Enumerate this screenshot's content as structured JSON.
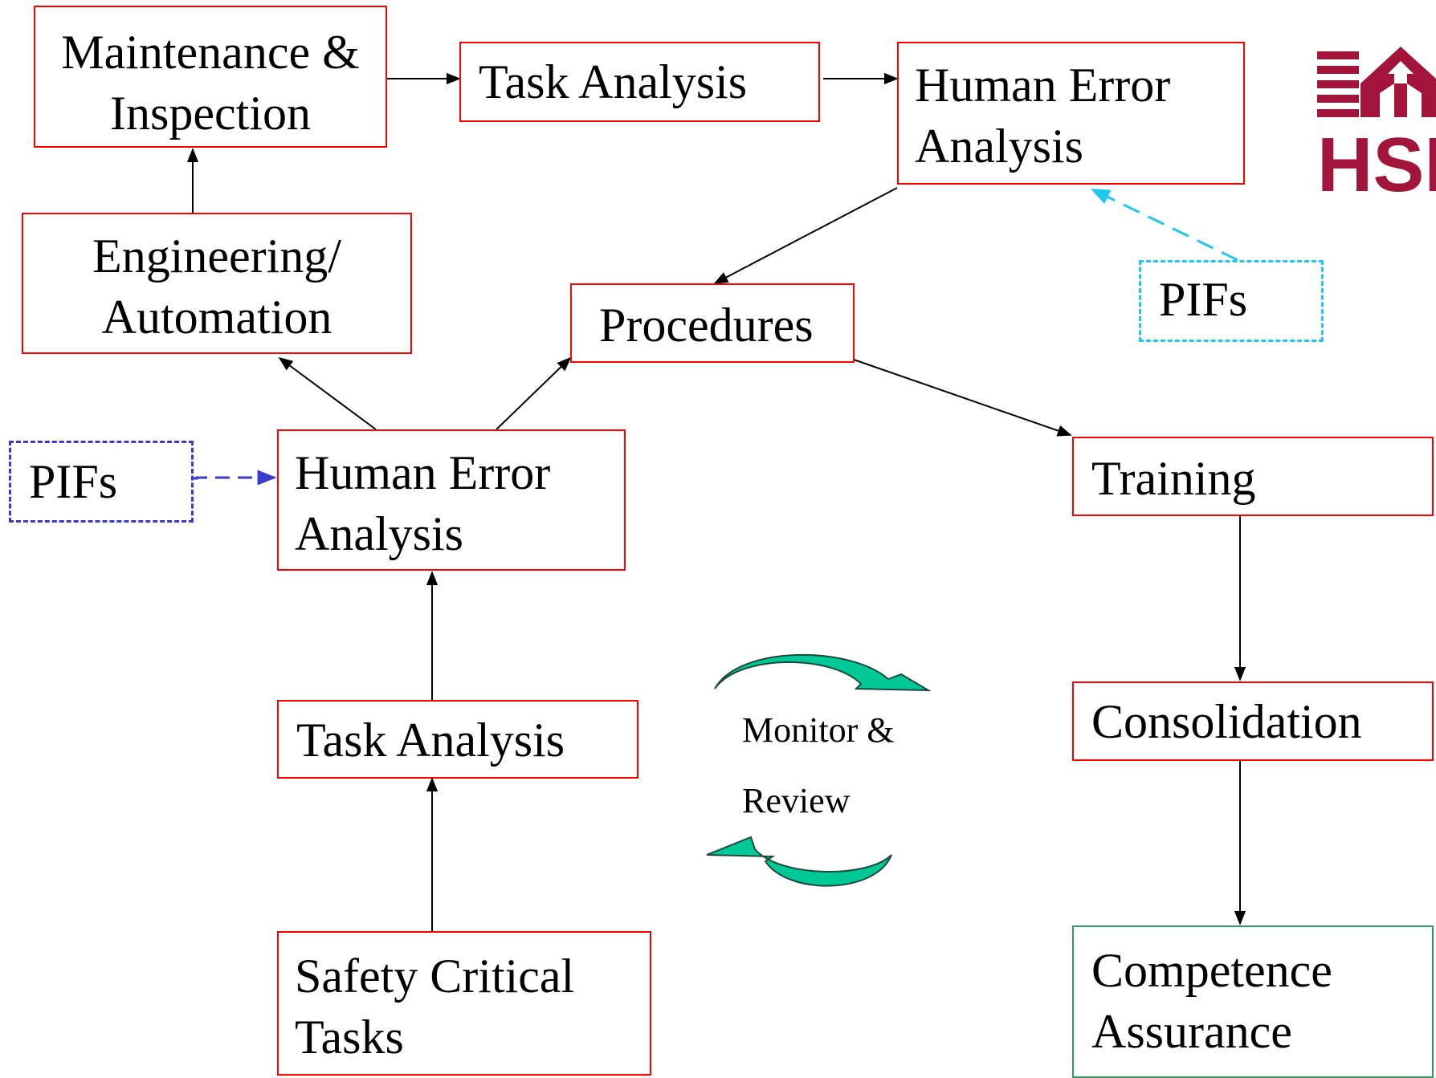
{
  "nodes": {
    "maintenance": {
      "line1": "Maintenance &",
      "line2": "Inspection"
    },
    "task_top": {
      "line1": "Task Analysis"
    },
    "hea_top": {
      "line1": "Human Error",
      "line2": "Analysis"
    },
    "pifs_top": {
      "line1": "PIFs"
    },
    "engineering": {
      "line1": "Engineering/",
      "line2": "Automation"
    },
    "procedures": {
      "line1": "Procedures"
    },
    "pifs_left": {
      "line1": "PIFs"
    },
    "hea_mid": {
      "line1": "Human Error",
      "line2": "Analysis"
    },
    "training": {
      "line1": "Training"
    },
    "task_bottom": {
      "line1": "Task Analysis"
    },
    "consolidation": {
      "line1": "Consolidation"
    },
    "safety": {
      "line1": "Safety Critical",
      "line2": "Tasks"
    },
    "competence": {
      "line1": "Competence",
      "line2": "Assurance"
    }
  },
  "monitor_review": {
    "line1": "Monitor &",
    "line2": "Review"
  },
  "logo": {
    "text": "HSE"
  },
  "colors": {
    "box_border": "#ff0000",
    "competence_border": "#2e9a5c",
    "pifs_top_border": "#1fc8f0",
    "pifs_left_border": "#3a3ad0",
    "cycle_arrows": "#00c896",
    "logo": "#a3143a",
    "connector": "#000000"
  },
  "connectors": [
    {
      "from": "maintenance",
      "to": "task_top",
      "style": "solid"
    },
    {
      "from": "task_top",
      "to": "hea_top",
      "style": "solid"
    },
    {
      "from": "hea_top",
      "to": "procedures",
      "style": "solid"
    },
    {
      "from": "pifs_top",
      "to": "hea_top",
      "style": "dashed"
    },
    {
      "from": "engineering",
      "to": "maintenance",
      "style": "solid"
    },
    {
      "from": "hea_mid",
      "to": "engineering",
      "style": "solid"
    },
    {
      "from": "hea_mid",
      "to": "procedures",
      "style": "solid"
    },
    {
      "from": "procedures",
      "to": "training",
      "style": "solid"
    },
    {
      "from": "pifs_left",
      "to": "hea_mid",
      "style": "dashed"
    },
    {
      "from": "task_bottom",
      "to": "hea_mid",
      "style": "solid"
    },
    {
      "from": "safety",
      "to": "task_bottom",
      "style": "solid"
    },
    {
      "from": "training",
      "to": "consolidation",
      "style": "solid"
    },
    {
      "from": "consolidation",
      "to": "competence",
      "style": "solid"
    }
  ]
}
